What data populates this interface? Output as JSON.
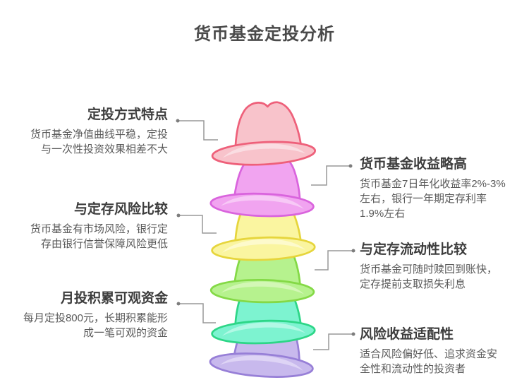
{
  "title": "货币基金定投分析",
  "annotations": {
    "left": [
      {
        "title": "定投方式特点",
        "desc": "货币基金净值曲线平稳，定投\n与一次性投资效果相差不大"
      },
      {
        "title": "与定存风险比较",
        "desc": "货币基金有市场风险，银行定\n存由银行信誉保障风险更低"
      },
      {
        "title": "月投积累可观资金",
        "desc": "每月定投800元，长期积累能形\n成一笔可观的资金"
      }
    ],
    "right": [
      {
        "title": "货币基金收益略高",
        "desc": "货币基金7日年化收益率2%-3%\n左右，银行一年期定存利率\n1.9%左右"
      },
      {
        "title": "与定存流动性比较",
        "desc": "货币基金可随时赎回到账快，\n定存提前支取损失利息"
      },
      {
        "title": "风险收益适配性",
        "desc": "适合风险偏好低、追求资金安\n全性和流动性的投资者"
      }
    ]
  },
  "hats": [
    {
      "name": "pink-hat",
      "fill": "#f8c3cb",
      "stroke": "#ee607a",
      "highlight": "#fadde2"
    },
    {
      "name": "magenta-hat",
      "fill": "#f1a4f0",
      "stroke": "#d964dd",
      "highlight": "#f7c9f6"
    },
    {
      "name": "yellow-hat",
      "fill": "#faf5a0",
      "stroke": "#e6d53c",
      "highlight": "#fdfacc"
    },
    {
      "name": "green-hat",
      "fill": "#b6f28e",
      "stroke": "#84d946",
      "highlight": "#d3f7b6"
    },
    {
      "name": "cyan-hat",
      "fill": "#7df3d0",
      "stroke": "#2dd687",
      "highlight": "#b2f8e5"
    },
    {
      "name": "purple-hat",
      "fill": "#c8b9ed",
      "stroke": "#977fd7",
      "highlight": "#ded4f5"
    }
  ],
  "colors": {
    "background": "#ffffff",
    "title_text": "#4a4a4a",
    "heading_text": "#3d3d3d",
    "body_text": "#5a5a5a",
    "connector": "#999999"
  }
}
